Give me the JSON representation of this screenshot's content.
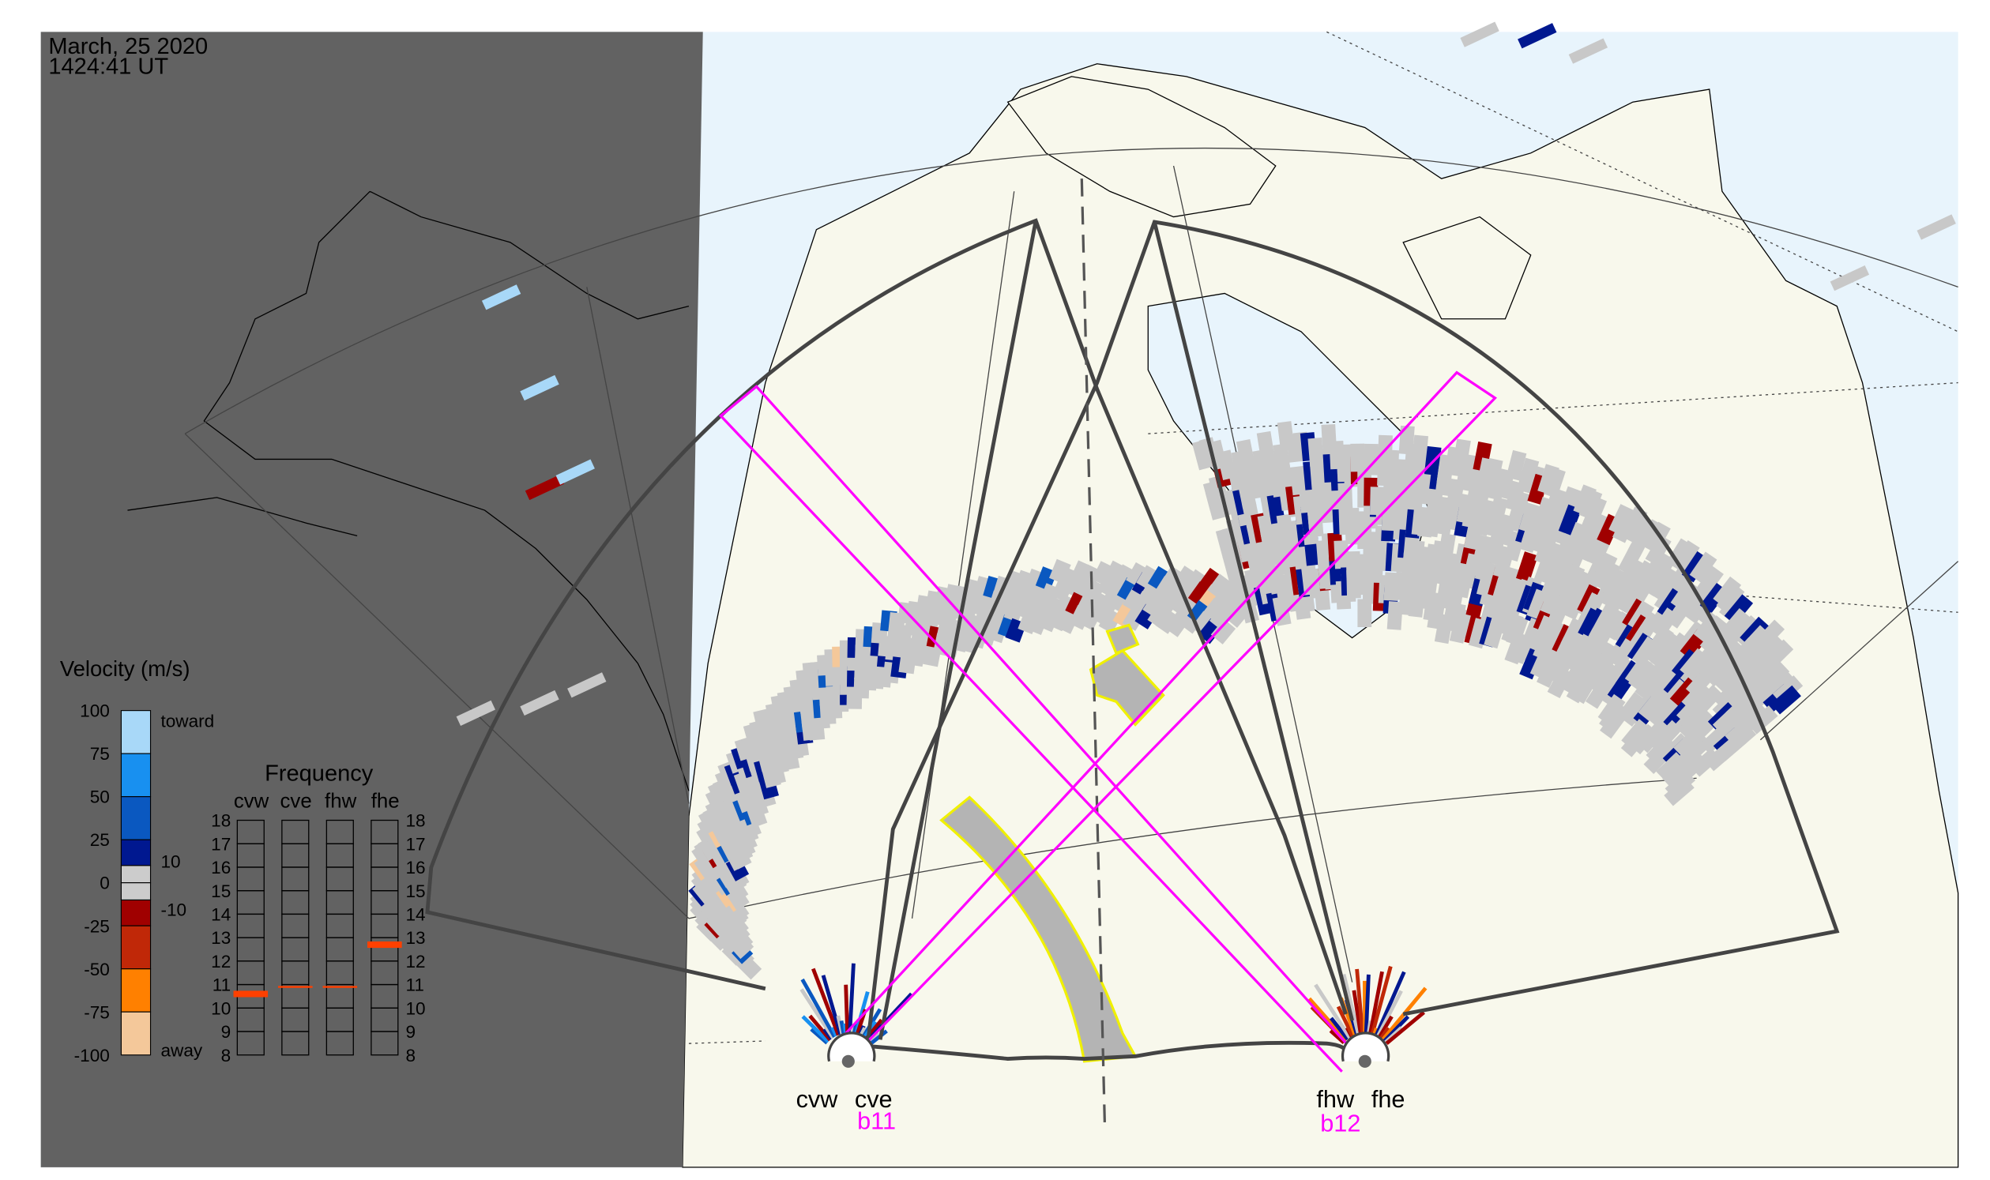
{
  "header": {
    "date": "March, 25 2020",
    "time": "1424:41 UT"
  },
  "velocity_legend": {
    "title": "Velocity (m/s)",
    "ticks": [
      "100",
      "75",
      "50",
      "25",
      "0",
      "-25",
      "-50",
      "-75",
      "-100"
    ],
    "toward_label": "toward",
    "away_label": "away",
    "upper_threshold": "10",
    "lower_threshold": "-10",
    "colors": {
      "v100_75": "#a8d8f8",
      "v75_50": "#1890f0",
      "v50_25": "#0a58c0",
      "v25_10": "#001890",
      "v10_m10": "#cccccc",
      "m10_m25": "#a00000",
      "m25_m50": "#c02808",
      "m50_m75": "#ff8000",
      "m75_m100": "#f4c89a"
    }
  },
  "frequency_panel": {
    "title": "Frequency",
    "radars": [
      {
        "name": "cvw",
        "freq_mhz": 10.6
      },
      {
        "name": "cve",
        "freq_mhz": 10.9
      },
      {
        "name": "fhw",
        "freq_mhz": 10.9
      },
      {
        "name": "fhe",
        "freq_mhz": 12.7
      }
    ],
    "ticks": [
      "18",
      "17",
      "16",
      "15",
      "14",
      "13",
      "12",
      "11",
      "10",
      "9",
      "8"
    ],
    "marker_color": "#ff4000"
  },
  "sites": [
    {
      "west": "cvw",
      "east": "cve",
      "beam": "b11"
    },
    {
      "west": "fhw",
      "east": "fhe",
      "beam": "b12"
    }
  ],
  "colors": {
    "night": "#626262",
    "ocean": "#e8f4fc",
    "land": "#f8f8ec",
    "fov": "#444444",
    "beam": "#ff00ff",
    "highlight": "#f0f000",
    "ground_scatter": "#c8c8c8"
  }
}
